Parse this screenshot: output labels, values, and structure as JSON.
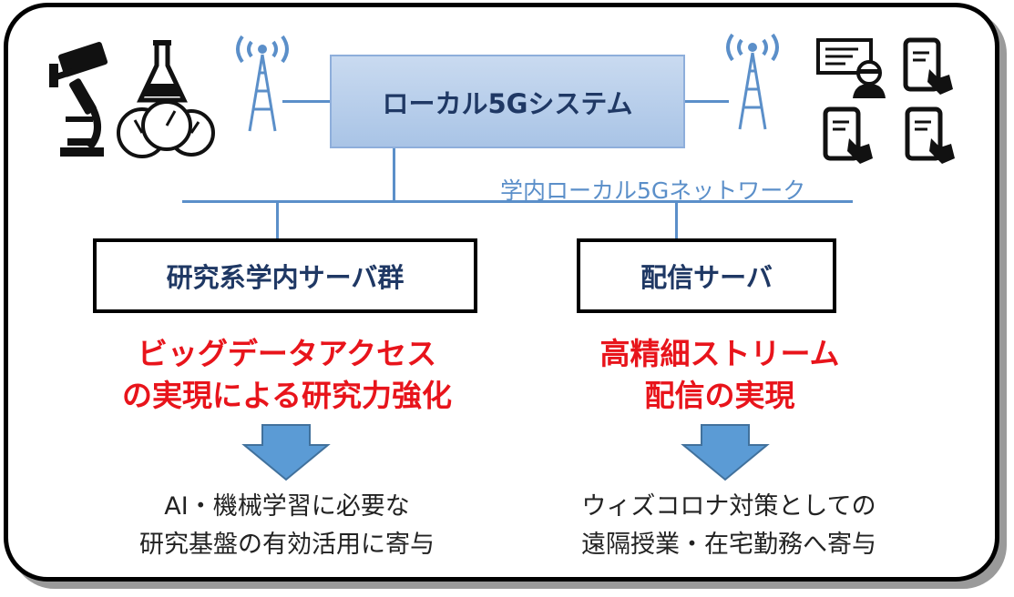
{
  "system": {
    "title": "ローカル5Gシステム"
  },
  "network": {
    "label": "学内ローカル5Gネットワーク"
  },
  "servers": {
    "research": "研究系学内サーバ群",
    "delivery": "配信サーバ"
  },
  "outcomes": {
    "left_line1": "ビッグデータアクセス",
    "left_line2": "の実現による研究力強化",
    "right_line1": "高精細ストリーム",
    "right_line2": "配信の実現"
  },
  "contributions": {
    "left_line1": "AI・機械学習に必要な",
    "left_line2": "研究基盤の有効活用に寄与",
    "right_line1": "ウィズコロナ対策としての",
    "right_line2": "遠隔授業・在宅勤務へ寄与"
  },
  "colors": {
    "line": "#5b8fc9",
    "system_box": "#a9c4e6",
    "accent_red": "#e8141b",
    "arrow": "#5b9bd5"
  }
}
